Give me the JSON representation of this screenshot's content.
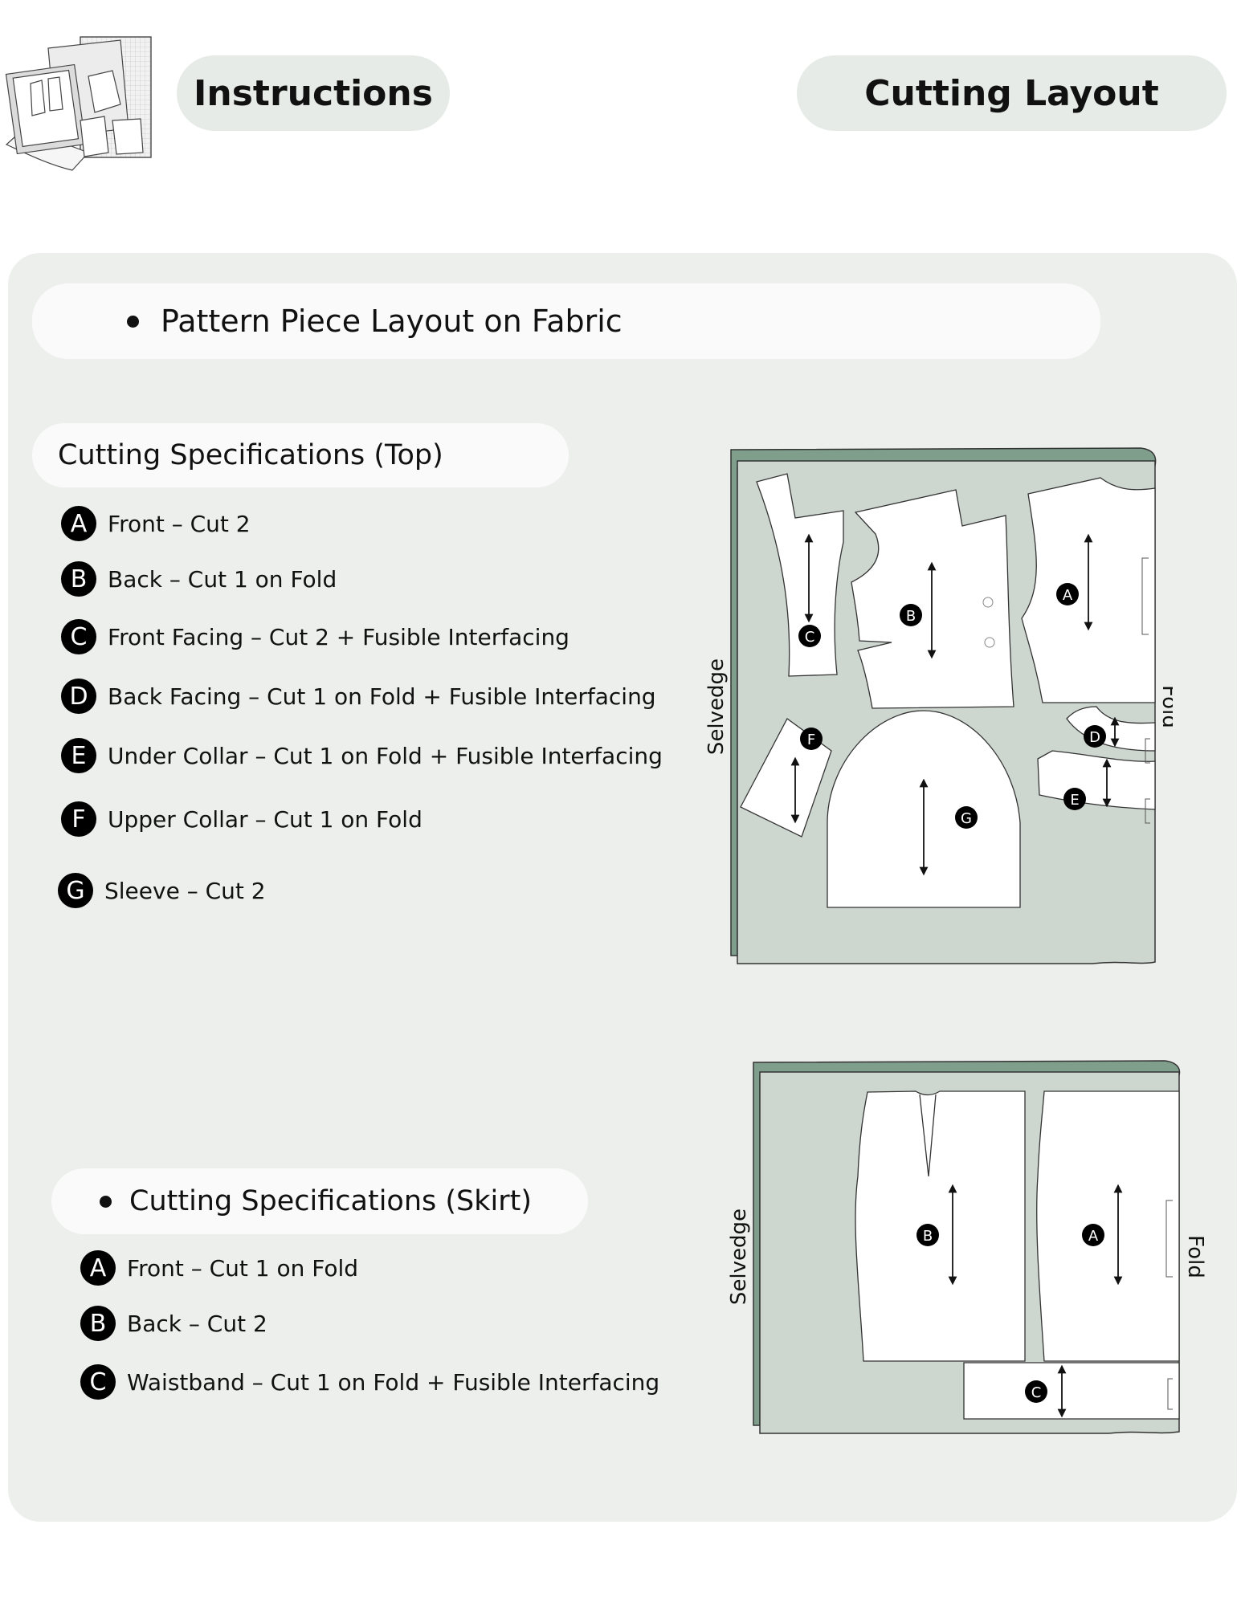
{
  "header": {
    "instructions_label": "Instructions",
    "cutting_layout_label": "Cutting Layout"
  },
  "section": {
    "title": "Pattern Piece Layout on Fabric"
  },
  "top_specs": {
    "title": "Cutting Specifications (Top)",
    "items": [
      {
        "letter": "A",
        "text": "Front – Cut 2"
      },
      {
        "letter": "B",
        "text": "Back – Cut 1 on Fold"
      },
      {
        "letter": "C",
        "text": "Front Facing – Cut 2 + Fusible Interfacing"
      },
      {
        "letter": "D",
        "text": "Back Facing – Cut 1 on Fold + Fusible Interfacing"
      },
      {
        "letter": "E",
        "text": "Under Collar – Cut 1 on Fold + Fusible Interfacing"
      },
      {
        "letter": "F",
        "text": "Upper Collar – Cut 1 on Fold"
      },
      {
        "letter": "G",
        "text": "Sleeve – Cut 2"
      }
    ]
  },
  "skirt_specs": {
    "title": "Cutting Specifications (Skirt)",
    "items": [
      {
        "letter": "A",
        "text": "Front – Cut 1 on Fold"
      },
      {
        "letter": "B",
        "text": "Back – Cut 2"
      },
      {
        "letter": "C",
        "text": "Waistband – Cut 1 on Fold + Fusible Interfacing"
      }
    ]
  },
  "diagram_labels": {
    "selvedge": "Selvedge",
    "fold": "Fold"
  },
  "colors": {
    "fabric": "#cdd6cf",
    "fabric_edge": "#7f9e8c",
    "panel": "#ecefec",
    "pill": "#e6ebe7"
  }
}
